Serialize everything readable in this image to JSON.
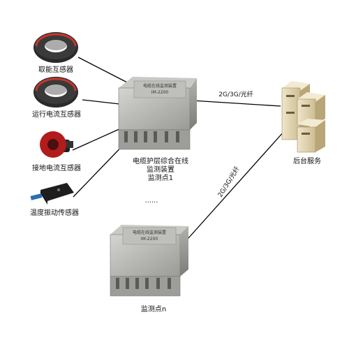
{
  "sensors": [
    {
      "label": "取能互感器",
      "icon": "ct-coil-icon"
    },
    {
      "label": "运行电流互感器",
      "icon": "ct-coil-icon"
    },
    {
      "label": "接地电流互感器",
      "icon": "ct-red-icon"
    },
    {
      "label": "温度振动传感器",
      "icon": "vibration-sensor-icon"
    }
  ],
  "device1": {
    "plate_title": "电缆在线监测装置",
    "plate_model": "IM-2200",
    "caption_line1": "电缆护层综合在线",
    "caption_line2": "监测装置",
    "caption_line3": "监测点1"
  },
  "ellipsis": "......",
  "device_n": {
    "plate_title": "电缆在线监测装置",
    "plate_model": "IM-2200",
    "caption": "监测点n"
  },
  "links": {
    "top": "2G/3G/光纤",
    "diagonal": "2G/3G/光纤"
  },
  "server": {
    "label": "后台服务",
    "icon": "server-cluster-icon"
  },
  "colors": {
    "line": "#000000",
    "box": "#b8b8b4",
    "server": "#e6d9b8"
  }
}
